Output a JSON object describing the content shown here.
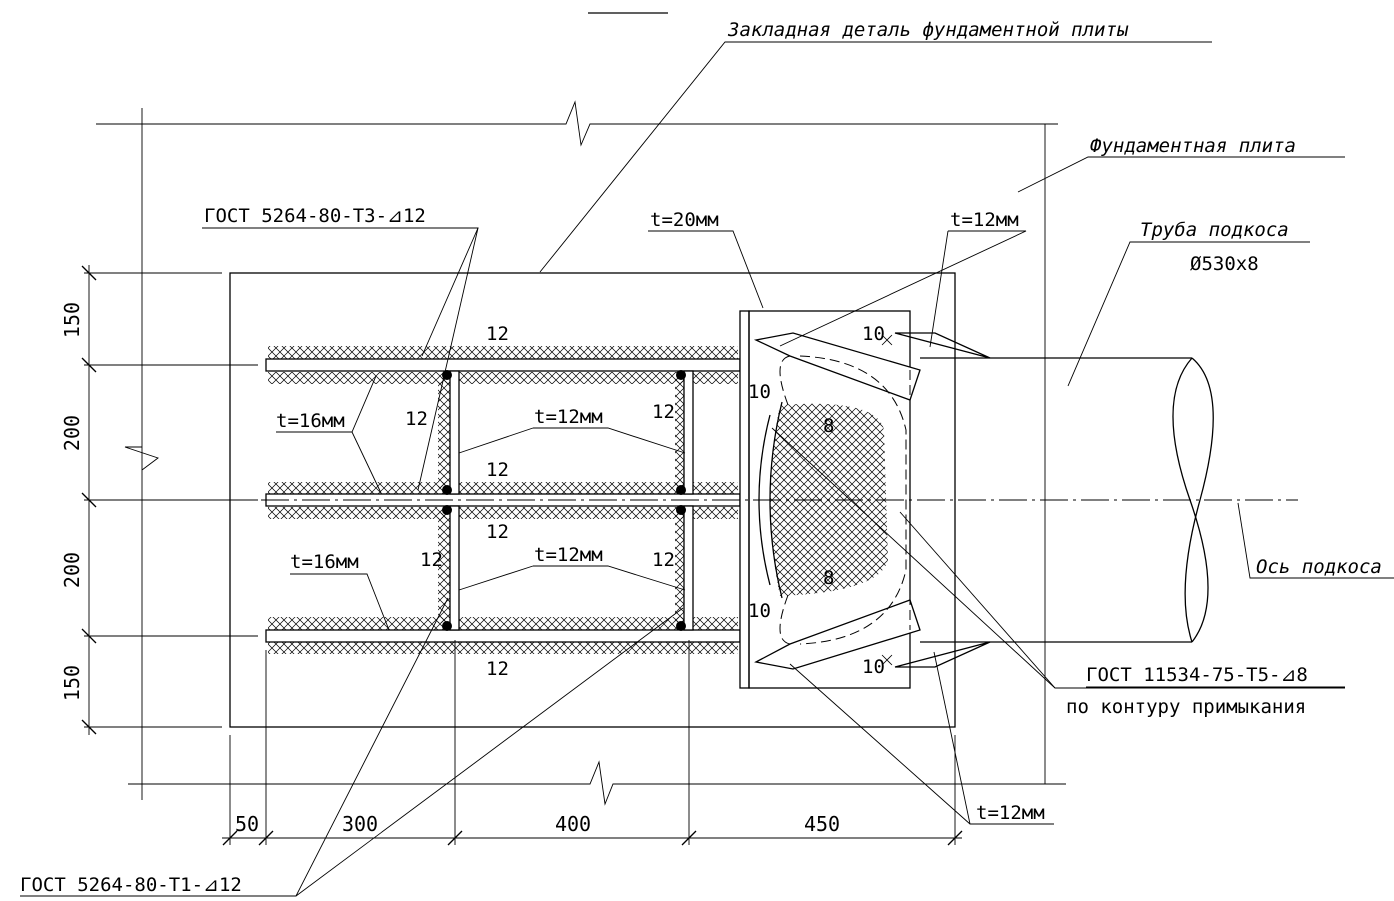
{
  "labels": {
    "embedded_part": "Закладная деталь фундаментной плиты",
    "foundation_slab": "Фундаментная плита",
    "strut_pipe": "Труба подкоса",
    "strut_pipe_size": "Ø530х8",
    "strut_axis": "Ось подкоса",
    "weld_t3": "ГОСТ 5264-80-Т3-⊿12",
    "weld_t1": "ГОСТ 5264-80-Т1-⊿12",
    "weld_t5_line1": "ГОСТ 11534-75-Т5-⊿8",
    "weld_t5_line2": "по контуру примыкания",
    "t20": "t=20мм",
    "t12": "t=12мм",
    "t16": "t=16мм"
  },
  "dimensions": {
    "vertical": [
      "150",
      "200",
      "200",
      "150"
    ],
    "horizontal": [
      "50",
      "300",
      "400",
      "450"
    ]
  },
  "weld_sizes": {
    "w12": "12",
    "w10": "10",
    "w8": "8"
  }
}
